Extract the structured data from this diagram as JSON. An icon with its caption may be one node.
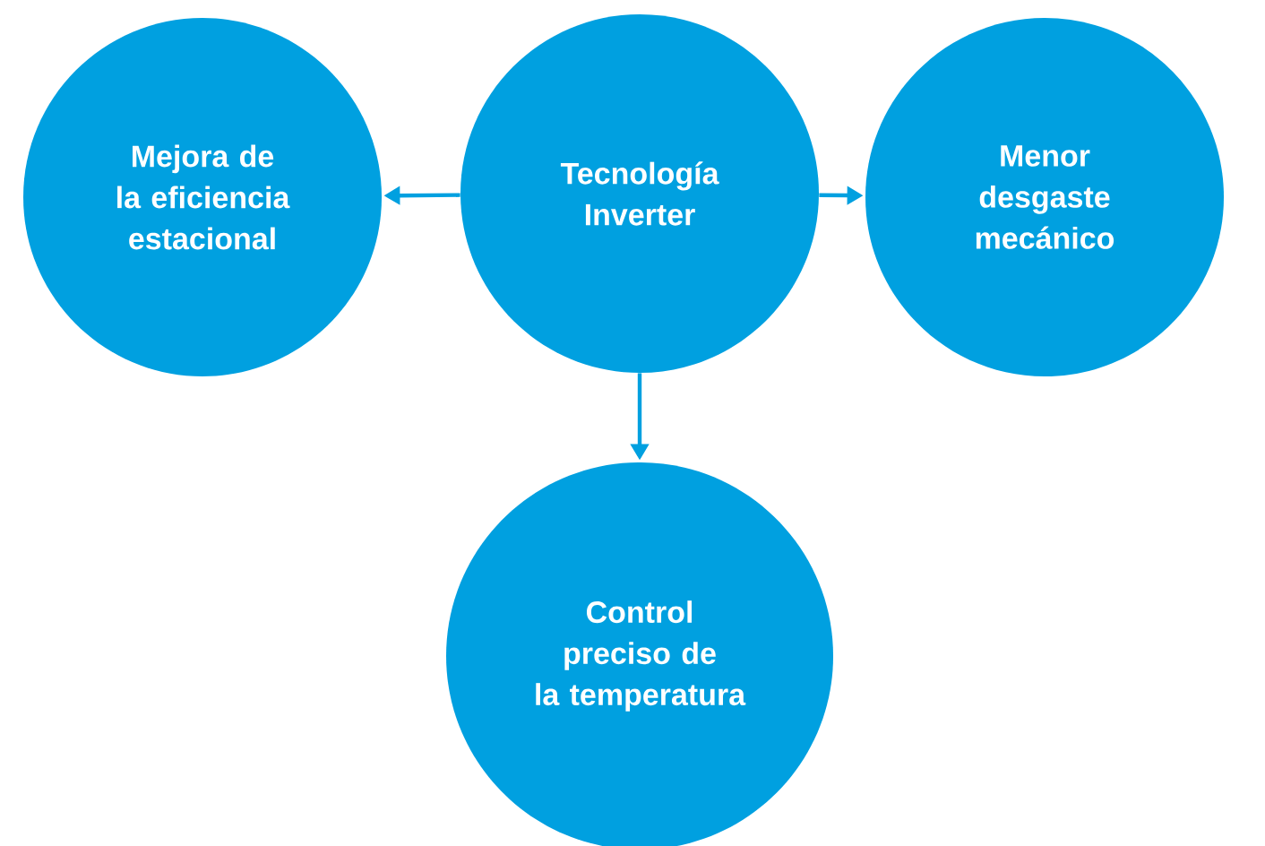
{
  "diagram": {
    "nodes": [
      {
        "text": [
          "Mejora de la eficiencia estacional"
        ]
      },
      {
        "text": [
          "Tecnología Inverter"
        ]
      },
      {
        "text": [
          "Menor desgaste mecánico"
        ]
      },
      {
        "text": [
          "Control preciso de la temperatura"
        ]
      }
    ],
    "edges": [
      {
        "from": 1,
        "to": 0,
        "arrow": "to"
      },
      {
        "from": 1,
        "to": 2,
        "arrow": "to"
      },
      {
        "from": 1,
        "to": 3,
        "arrow": "to"
      }
    ]
  }
}
